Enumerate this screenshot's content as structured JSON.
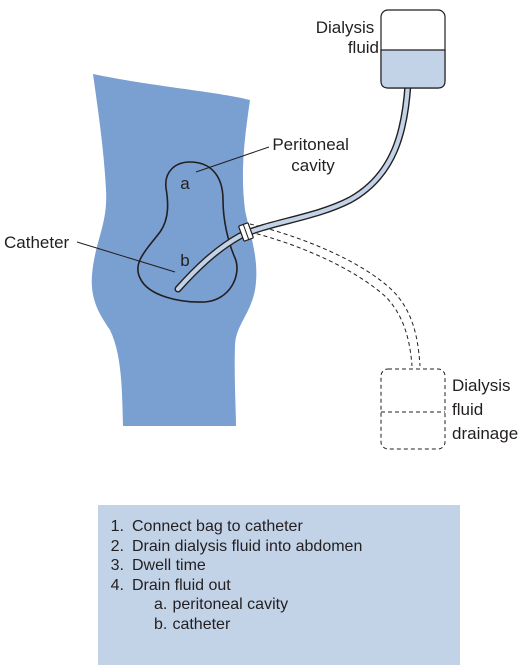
{
  "labels": {
    "dialysis_fluid": [
      "Dialysis",
      "fluid"
    ],
    "peritoneal_cavity": [
      "Peritoneal",
      "cavity"
    ],
    "catheter": "Catheter",
    "point_a": "a",
    "point_b": "b",
    "dialysis_drainage": [
      "Dialysis",
      "fluid",
      "drainage"
    ]
  },
  "steps": [
    {
      "num": "1.",
      "text": "Connect bag to catheter"
    },
    {
      "num": "2.",
      "text": "Drain dialysis fluid into abdomen"
    },
    {
      "num": "3.",
      "text": "Dwell time"
    },
    {
      "num": "4.",
      "text": "Drain fluid out"
    }
  ],
  "substeps": [
    {
      "letter": "a.",
      "text": "peritoneal cavity"
    },
    {
      "letter": "b.",
      "text": "catheter"
    }
  ],
  "colors": {
    "body_fill": "#7a9fd1",
    "fluid_fill": "#c2d3e8",
    "line": "#231f20",
    "box_fill": "#c2d3e8"
  }
}
